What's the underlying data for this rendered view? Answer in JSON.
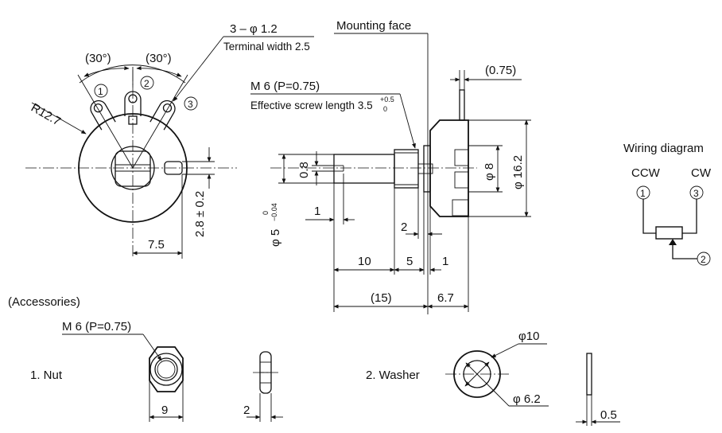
{
  "front_view": {
    "angle_left": "(30°)",
    "angle_right": "(30°)",
    "terminal_1": "①",
    "terminal_2": "②",
    "terminal_3": "③",
    "radius": "R12.7",
    "hole_spec": "3 – φ 1.2",
    "terminal_width": "Terminal width 2.5",
    "dim_width": "7.5",
    "dim_height": "2.8 ± 0.2"
  },
  "side_view": {
    "mounting_face": "Mounting face",
    "thread_spec": "M 6 (P=0.75)",
    "screw_length": "Effective screw length 3.5",
    "screw_tol_upper": "+0.5",
    "screw_tol_lower": "0",
    "dim_slot": "0.8",
    "dim_shaft_dia": "φ 5",
    "dim_shaft_tol_upper": "0",
    "dim_shaft_tol_lower": "−0.04",
    "dim_1a": "1",
    "dim_2": "2",
    "dim_10": "10",
    "dim_5": "5",
    "dim_1b": "1",
    "dim_15": "(15)",
    "dim_6_7": "6.7",
    "dim_075": "(0.75)",
    "dim_phi8": "φ 8",
    "dim_phi16_2": "φ 16.2"
  },
  "wiring": {
    "title": "Wiring diagram",
    "ccw": "CCW",
    "cw": "CW",
    "t1": "①",
    "t2": "②",
    "t3": "③"
  },
  "accessories": {
    "title": "(Accessories)",
    "nut_thread": "M 6 (P=0.75)",
    "nut_label": "1. Nut",
    "nut_width": "9",
    "nut_thickness": "2",
    "washer_label": "2. Washer",
    "washer_outer": "φ10",
    "washer_inner": "φ 6.2",
    "washer_thickness": "0.5"
  }
}
